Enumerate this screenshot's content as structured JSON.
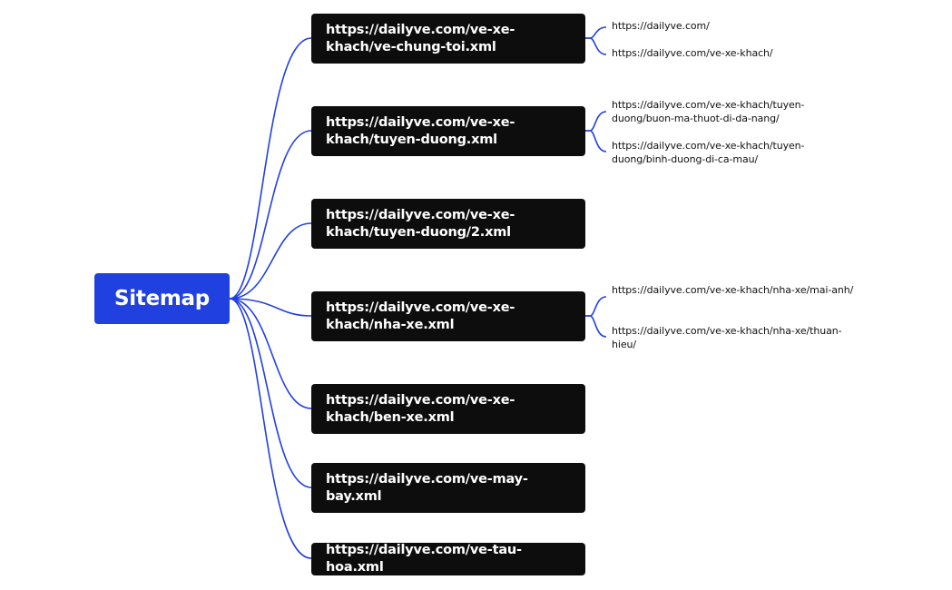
{
  "root": {
    "label": "Sitemap"
  },
  "colors": {
    "root_fill": "#2140e0",
    "node_fill": "#0d0d0d",
    "connector": "#2140e0"
  },
  "nodes": [
    {
      "label": "https://dailyve.com/ve-xe-khach/ve-chung-toi.xml",
      "children": [
        "https://dailyve.com/",
        "https://dailyve.com/ve-xe-khach/"
      ]
    },
    {
      "label": "https://dailyve.com/ve-xe-khach/tuyen-duong.xml",
      "children": [
        "https://dailyve.com/ve-xe-khach/tuyen-duong/buon-ma-thuot-di-da-nang/",
        "https://dailyve.com/ve-xe-khach/tuyen-duong/binh-duong-di-ca-mau/"
      ]
    },
    {
      "label": "https://dailyve.com/ve-xe-khach/tuyen-duong/2.xml",
      "children": []
    },
    {
      "label": "https://dailyve.com/ve-xe-khach/nha-xe.xml",
      "children": [
        "https://dailyve.com/ve-xe-khach/nha-xe/mai-anh/",
        "https://dailyve.com/ve-xe-khach/nha-xe/thuan-hieu/"
      ]
    },
    {
      "label": "https://dailyve.com/ve-xe-khach/ben-xe.xml",
      "children": []
    },
    {
      "label": "https://dailyve.com/ve-may-bay.xml",
      "children": []
    },
    {
      "label": "https://dailyve.com/ve-tau-hoa.xml",
      "children": []
    }
  ]
}
